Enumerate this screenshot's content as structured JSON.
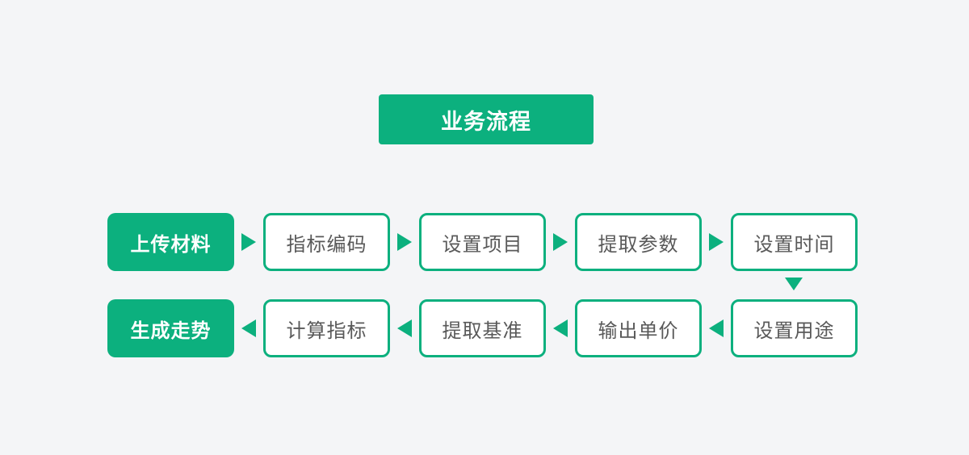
{
  "colors": {
    "accent_green": "#0cb07e",
    "background": "#f4f5f7",
    "outline_box_text": "#595959",
    "filled_box_text": "#ffffff"
  },
  "title": {
    "label": "业务流程"
  },
  "flow": {
    "row1": {
      "direction": "left-to-right",
      "steps": [
        {
          "label": "上传材料",
          "style": "filled"
        },
        {
          "label": "指标编码",
          "style": "outline"
        },
        {
          "label": "设置项目",
          "style": "outline"
        },
        {
          "label": "提取参数",
          "style": "outline"
        },
        {
          "label": "设置时间",
          "style": "outline"
        }
      ]
    },
    "connector": {
      "direction": "down",
      "from": "设置时间",
      "to": "设置用途"
    },
    "row2": {
      "direction": "right-to-left",
      "steps": [
        {
          "label": "生成走势",
          "style": "filled"
        },
        {
          "label": "计算指标",
          "style": "outline"
        },
        {
          "label": "提取基准",
          "style": "outline"
        },
        {
          "label": "输出单价",
          "style": "outline"
        },
        {
          "label": "设置用途",
          "style": "outline"
        }
      ]
    }
  }
}
